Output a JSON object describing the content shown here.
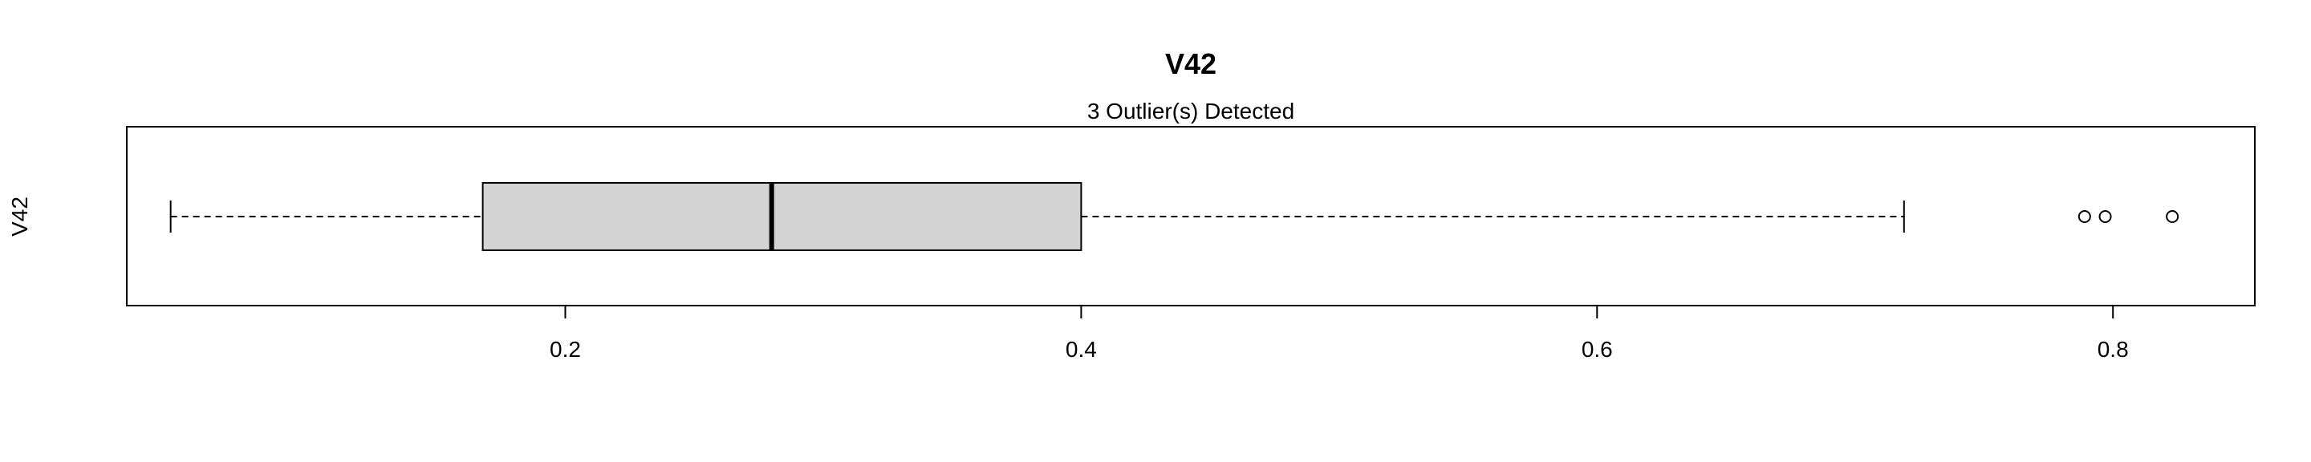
{
  "chart_data": {
    "type": "boxplot",
    "orientation": "horizontal",
    "title": "V42",
    "subtitle": "3 Outlier(s) Detected",
    "xlabel": "",
    "ylabel": "V42",
    "xlim": [
      0.03,
      0.855
    ],
    "x_ticks": [
      0.2,
      0.4,
      0.6,
      0.8
    ],
    "x_tick_labels": [
      "0.2",
      "0.4",
      "0.6",
      "0.8"
    ],
    "grid": false,
    "box": {
      "whisker_low": 0.047,
      "q1": 0.168,
      "median": 0.28,
      "q3": 0.4,
      "whisker_high": 0.719
    },
    "outliers": [
      0.789,
      0.797,
      0.823
    ],
    "colors": {
      "box_fill": "#d3d3d3",
      "stroke": "#000000"
    }
  }
}
